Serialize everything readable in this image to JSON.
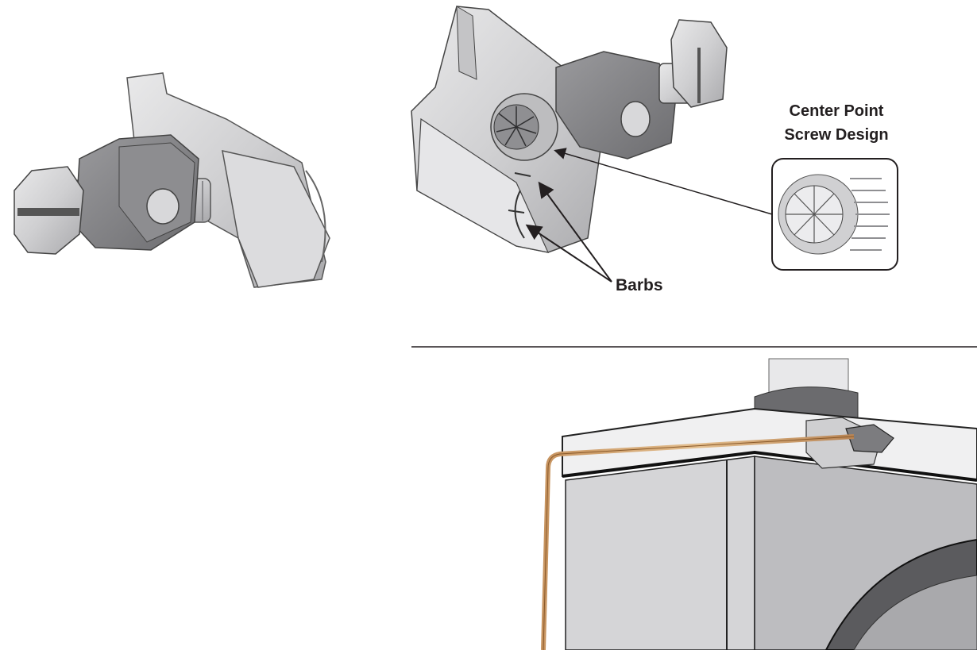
{
  "callouts": {
    "center_point_line1": "Center Point",
    "center_point_line2": "Screw Design",
    "barbs": "Barbs"
  }
}
